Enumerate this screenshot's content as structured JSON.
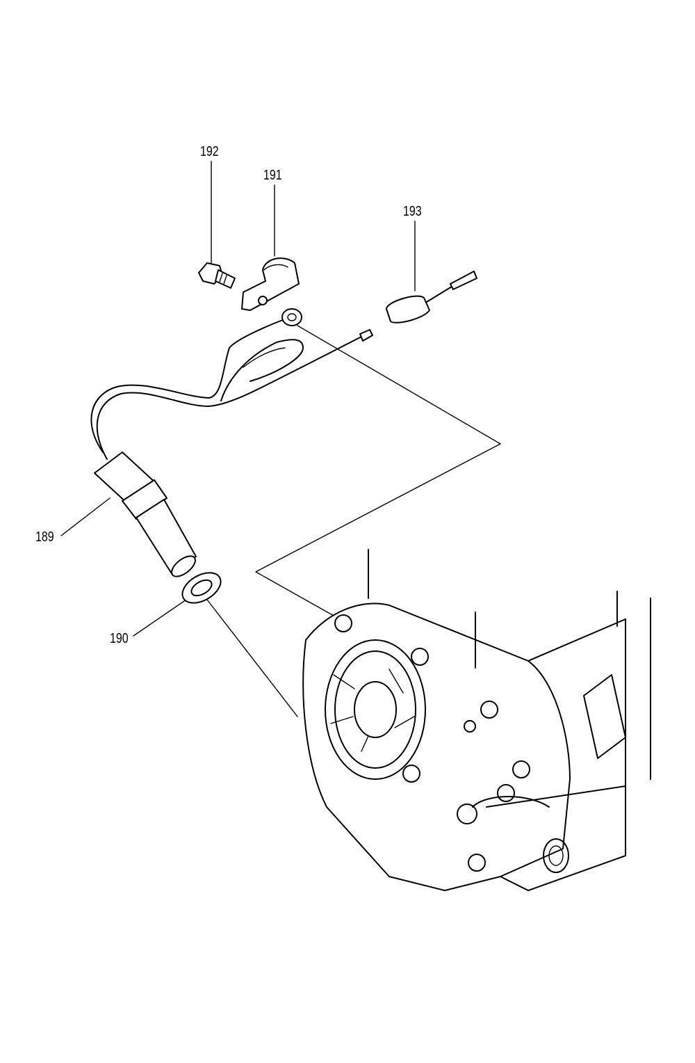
{
  "parts": [
    {
      "id": "189",
      "label": "189"
    },
    {
      "id": "190",
      "label": "190"
    },
    {
      "id": "191",
      "label": "191"
    },
    {
      "id": "192",
      "label": "192"
    },
    {
      "id": "193",
      "label": "193"
    }
  ]
}
